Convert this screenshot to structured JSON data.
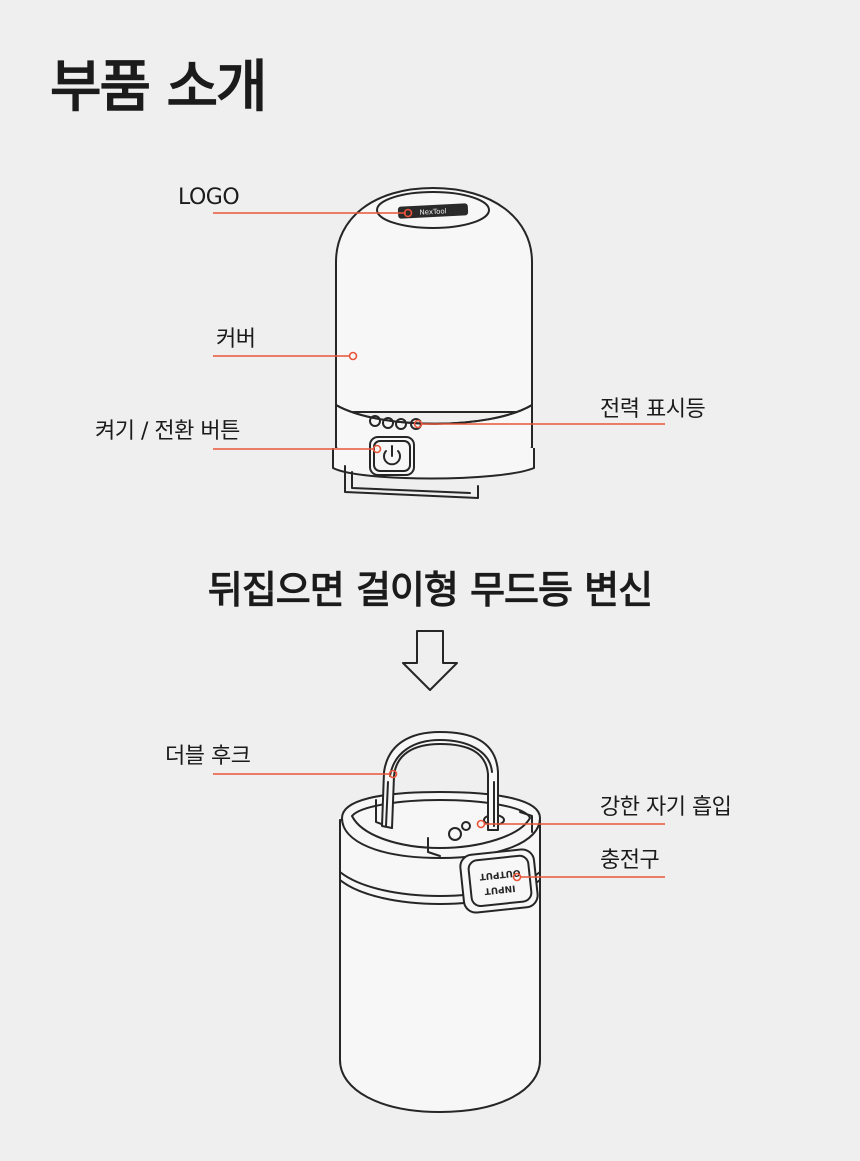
{
  "title": "부품 소개",
  "parts_top": {
    "logo": "LOGO",
    "cover": "커버",
    "power_button": "켜기 / 전환 버튼",
    "battery_indicator": "전력 표시등"
  },
  "flip_caption": "뒤집으면 걸이형 무드등 변신",
  "parts_bottom": {
    "double_hook": "더블 후크",
    "magnet": "강한 자기 흡입",
    "charging_port": "충전구"
  },
  "port_text": {
    "output": "OUTPUT",
    "input": "INPUT"
  },
  "colors": {
    "background": "#efefef",
    "accent": "#e8553a",
    "ink": "#262626"
  }
}
